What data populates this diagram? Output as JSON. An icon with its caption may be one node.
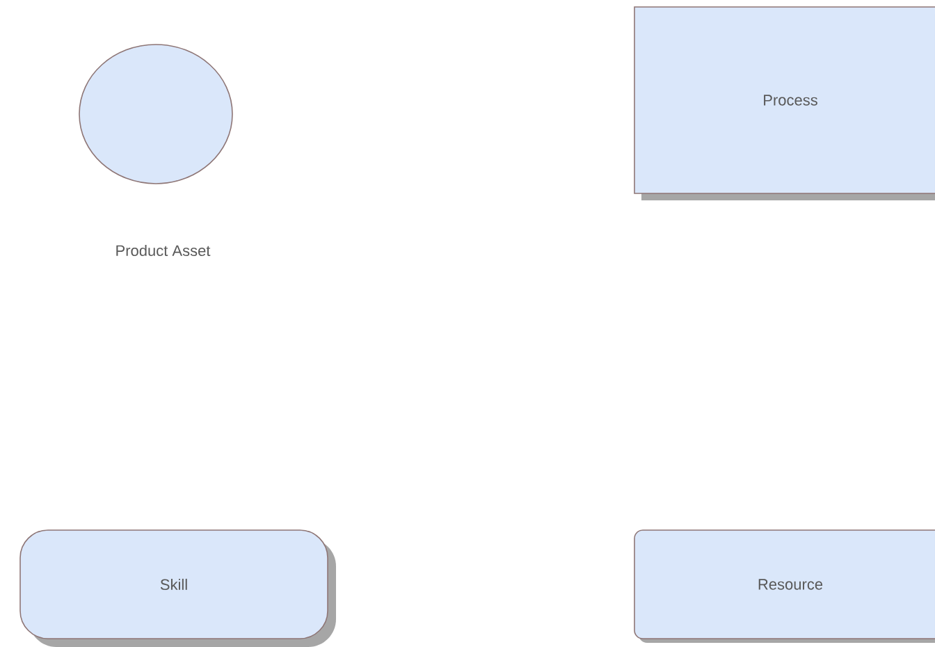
{
  "diagram": {
    "nodes": [
      {
        "text": [],
        "shape": "circle"
      },
      {
        "text": [
          "Process"
        ]
      },
      {
        "text": [
          "Skill"
        ]
      },
      {
        "text": [
          "Resource"
        ]
      }
    ],
    "labels": [
      "Product Asset"
    ]
  }
}
